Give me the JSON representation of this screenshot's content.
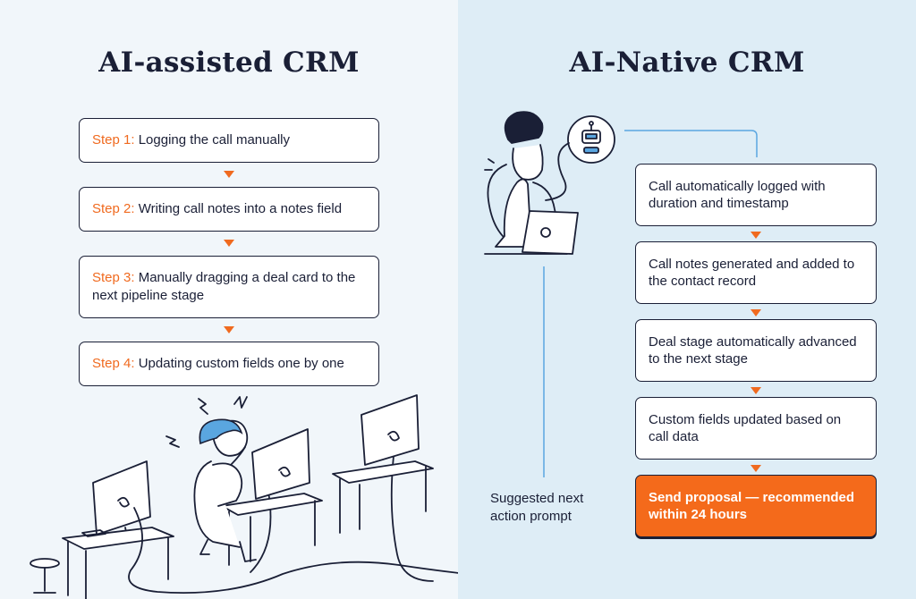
{
  "left": {
    "title": "AI-assisted CRM",
    "steps": [
      {
        "prefix": "Step 1:",
        "text": "Logging the call manually"
      },
      {
        "prefix": "Step 2:",
        "text": "Writing call notes into a notes field"
      },
      {
        "prefix": "Step 3:",
        "text": "Manually dragging a deal card to the next pipeline stage"
      },
      {
        "prefix": "Step 4:",
        "text": "Updating custom fields one by one"
      }
    ]
  },
  "right": {
    "title": "AI-Native CRM",
    "cards": [
      "Call automatically logged with duration and timestamp",
      "Call notes generated and added to the contact record",
      "Deal stage automatically advanced to the next stage",
      "Custom fields updated based on call data",
      "Send proposal — recommended within 24 hours"
    ],
    "prompt": "Suggested next action prompt"
  },
  "colors": {
    "accent": "#f46a1b",
    "ink": "#1a1f36",
    "left_bg": "#f1f6fa",
    "right_bg": "#deedf6",
    "hair": "#5aa6e0"
  }
}
